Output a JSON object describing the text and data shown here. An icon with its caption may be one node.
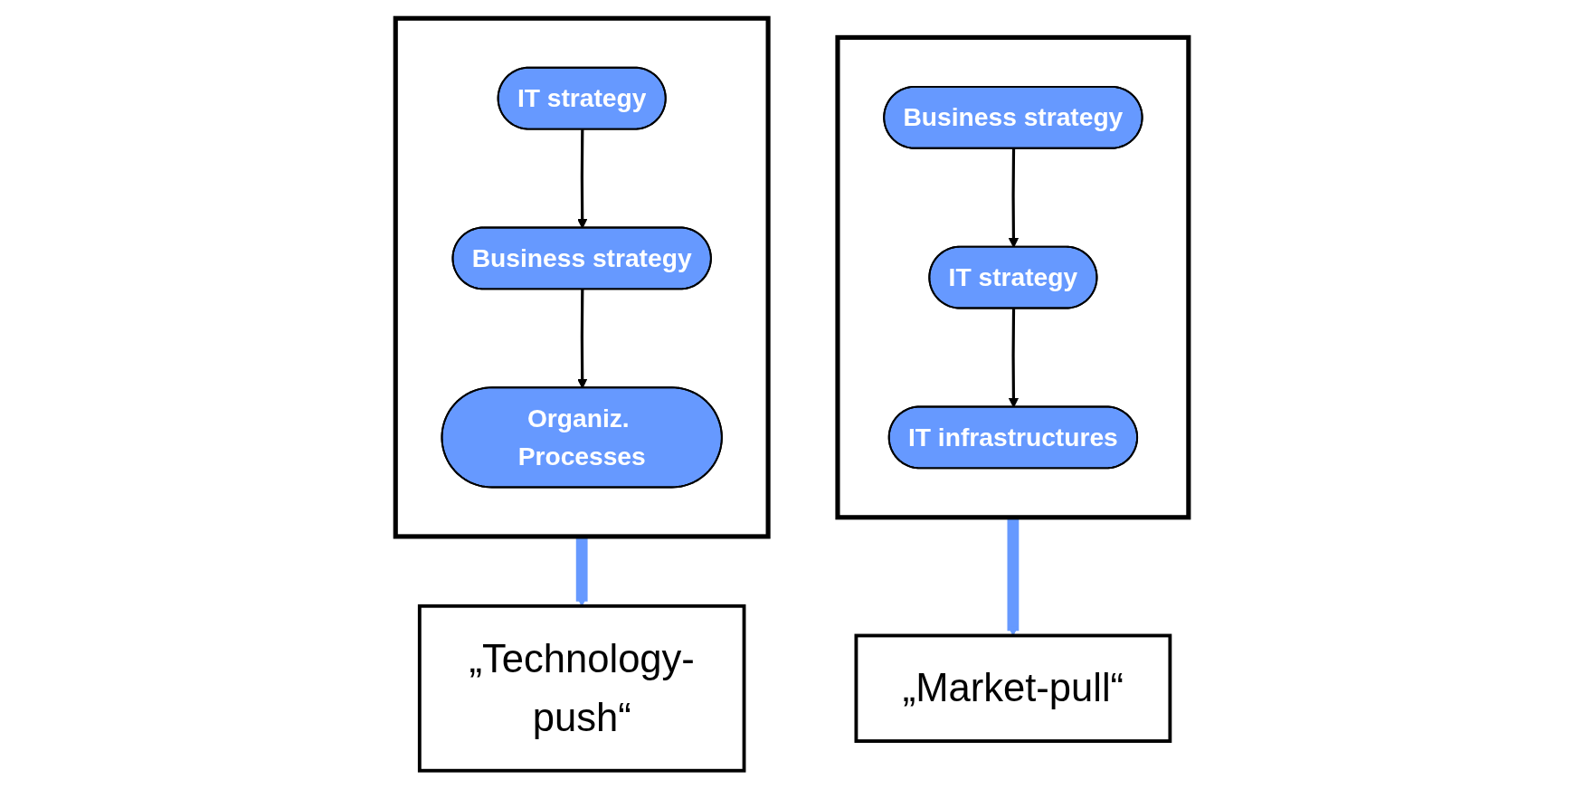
{
  "diagram": {
    "nodes": [
      {
        "text": [],
        "shape": "box"
      },
      {
        "text": [
          "Business strategy"
        ],
        "in": 0
      },
      {
        "text": [
          "IT strategy"
        ],
        "in": 0
      },
      {
        "text": [
          "IT infrastructures"
        ],
        "in": 0
      },
      {
        "text": [],
        "shape": "box"
      },
      {
        "text": [
          "Business strategy"
        ],
        "in": 4
      },
      {
        "text": [
          "IT strategy"
        ],
        "in": 4
      },
      {
        "text": [
          "Organiz. Processes"
        ],
        "in": 4
      },
      {
        "text": [
          "„Market-pull“"
        ]
      },
      {
        "text": [
          "„Technology-push“"
        ]
      }
    ],
    "edges": [
      {
        "from": 1,
        "to": 2,
        "arrow": "to"
      },
      {
        "from": 2,
        "to": 3,
        "arrow": "to"
      },
      {
        "from": 6,
        "to": 5,
        "arrow": "to"
      },
      {
        "from": 5,
        "to": 7,
        "arrow": "to"
      },
      {
        "from": 0,
        "to": 8,
        "arrow": "to",
        "style": "thick",
        "color": "#6699ff"
      },
      {
        "from": 4,
        "to": 9,
        "arrow": "to",
        "style": "thick",
        "color": "#6699ff"
      }
    ]
  }
}
